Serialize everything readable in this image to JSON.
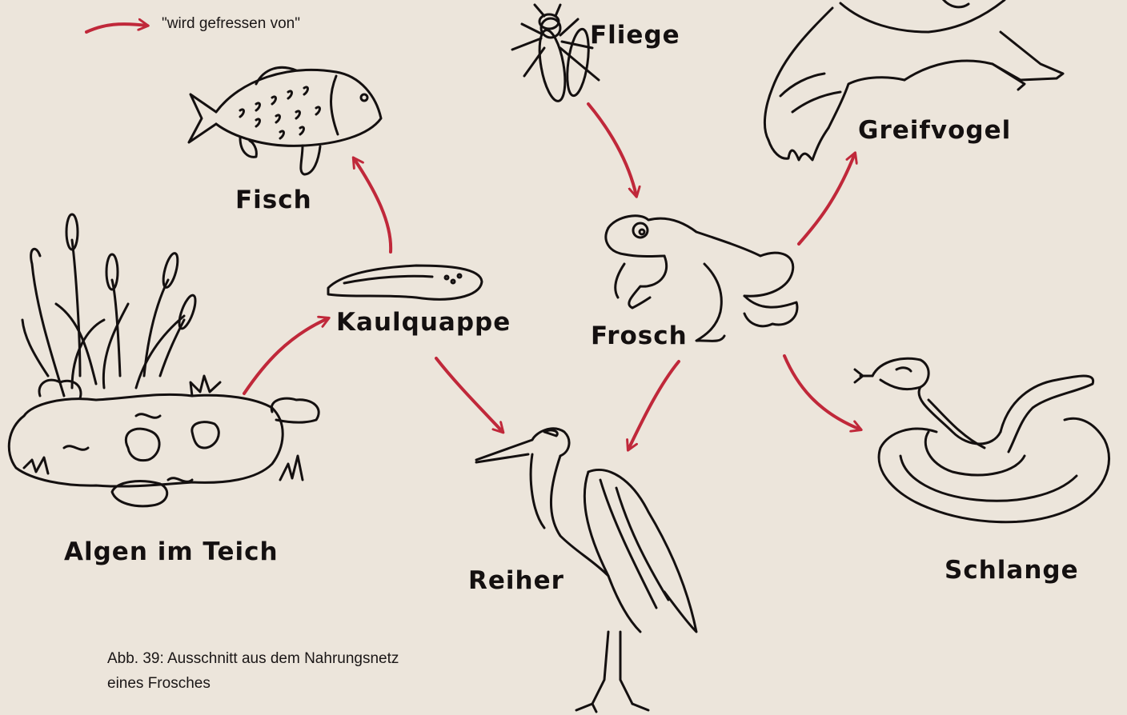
{
  "legend": {
    "text": "\"wird gefressen von\"",
    "arrow_color": "#c0283a"
  },
  "organisms": {
    "fliege": "Fliege",
    "greifvogel": "Greifvogel",
    "fisch": "Fisch",
    "kaulquappe": "Kaulquappe",
    "frosch": "Frosch",
    "algen": "Algen im Teich",
    "reiher": "Reiher",
    "schlange": "Schlange"
  },
  "caption": {
    "line1": "Abb. 39: Ausschnitt aus dem Nahrungsnetz",
    "line2": "eines Frosches"
  },
  "links": [
    {
      "from": "Algen im Teich",
      "to": "Kaulquappe"
    },
    {
      "from": "Kaulquappe",
      "to": "Fisch"
    },
    {
      "from": "Kaulquappe",
      "to": "Reiher"
    },
    {
      "from": "Fliege",
      "to": "Frosch"
    },
    {
      "from": "Frosch",
      "to": "Greifvogel"
    },
    {
      "from": "Frosch",
      "to": "Reiher"
    },
    {
      "from": "Frosch",
      "to": "Schlange"
    }
  ],
  "colors": {
    "background": "#ece5db",
    "ink": "#141010",
    "arrow": "#c0283a"
  }
}
